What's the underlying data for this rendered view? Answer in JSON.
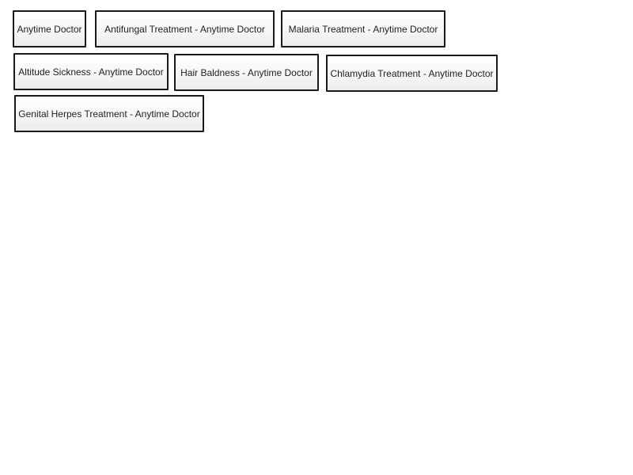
{
  "links": [
    {
      "label": "Anytime Doctor"
    },
    {
      "label": "Antifungal Treatment - Anytime Doctor"
    },
    {
      "label": "Malaria Treatment - Anytime Doctor"
    },
    {
      "label": "Altitude Sickness - Anytime Doctor"
    },
    {
      "label": "Hair Baldness - Anytime Doctor"
    },
    {
      "label": "Chlamydia Treatment - Anytime Doctor"
    },
    {
      "label": "Genital Herpes Treatment - Anytime Doctor"
    }
  ],
  "colors": {
    "border": "#1a1a1a",
    "text": "#222222",
    "background": "#ffffff"
  }
}
